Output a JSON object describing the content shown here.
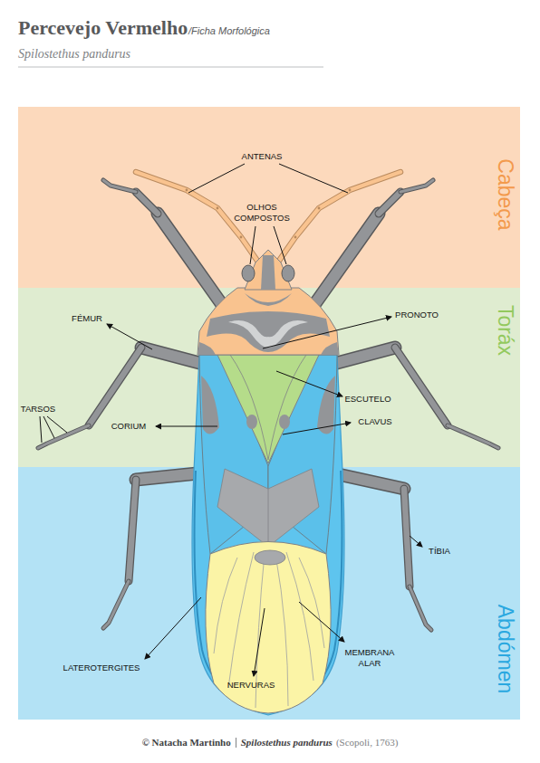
{
  "diagram": {
    "title": "Percevejo Vermelho",
    "nodes": [
      {
        "text": [
          "Cabeça"
        ]
      },
      {
        "text": [
          "Toráx"
        ]
      },
      {
        "text": [
          "Abdómen"
        ]
      }
    ],
    "labels": [
      "/Ficha Morfológica",
      "Spilostethus pandurus",
      "ANTENAS",
      "OLHOS COMPOSTOS",
      "FÉMUR",
      "PRONOTO",
      "ESCUTELO",
      "TARSOS",
      "CORIUM",
      "CLAVUS",
      "TÍBIA",
      "LATEROTERGITES",
      "MEMBRANA ALAR",
      "NERVURAS",
      "© Natacha Martinho",
      "Spilostethus pandurus",
      "(Scopoli, 1763)"
    ]
  }
}
